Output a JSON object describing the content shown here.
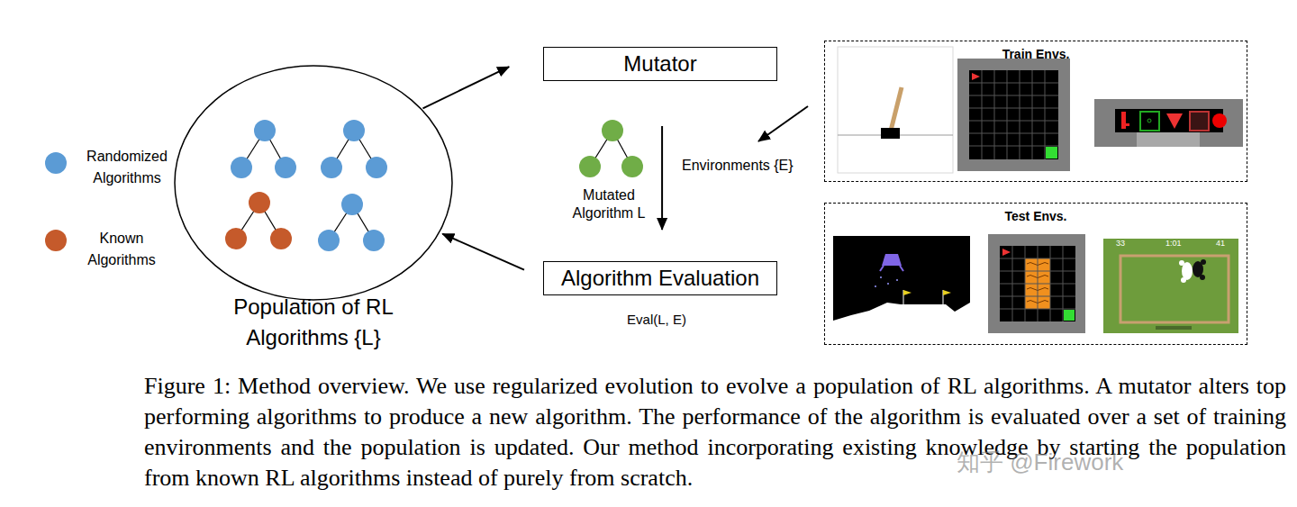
{
  "diagram": {
    "caption": "Figure 1: Method overview. We use regularized evolution to evolve a population of RL algorithms. A mutator alters top performing algorithms to produce a new algorithm. The performance of the algorithm is evaluated over a set of training environments and the population is updated. Our method incorporating existing knowledge by starting the population from known RL algorithms instead of purely from scratch.",
    "nodes": [
      {
        "text": [
          "Population of RL Algorithms {L}"
        ]
      },
      {
        "text": [
          "Mutator"
        ]
      },
      {
        "text": [
          "Algorithm Evaluation"
        ]
      },
      {
        "text": [
          "Train Envs."
        ]
      },
      {
        "text": [
          "Test Envs."
        ]
      }
    ],
    "edges": [
      {
        "from": 0,
        "to": 1,
        "arrow": "to"
      },
      {
        "from": 1,
        "to": 2,
        "arrow": "to"
      },
      {
        "from": 2,
        "to": 0,
        "arrow": "to"
      }
    ],
    "labels": [
      "Mutated Algorithm L",
      "Environments {E}",
      "Eval(L, E)",
      "33",
      "1:01",
      "41",
      "知乎 @Firework"
    ],
    "legend": [
      {
        "text": "Randomized Algorithms",
        "color": "#5b9bd5"
      },
      {
        "text": "Known Algorithms",
        "color": "#c55a2b"
      }
    ]
  }
}
